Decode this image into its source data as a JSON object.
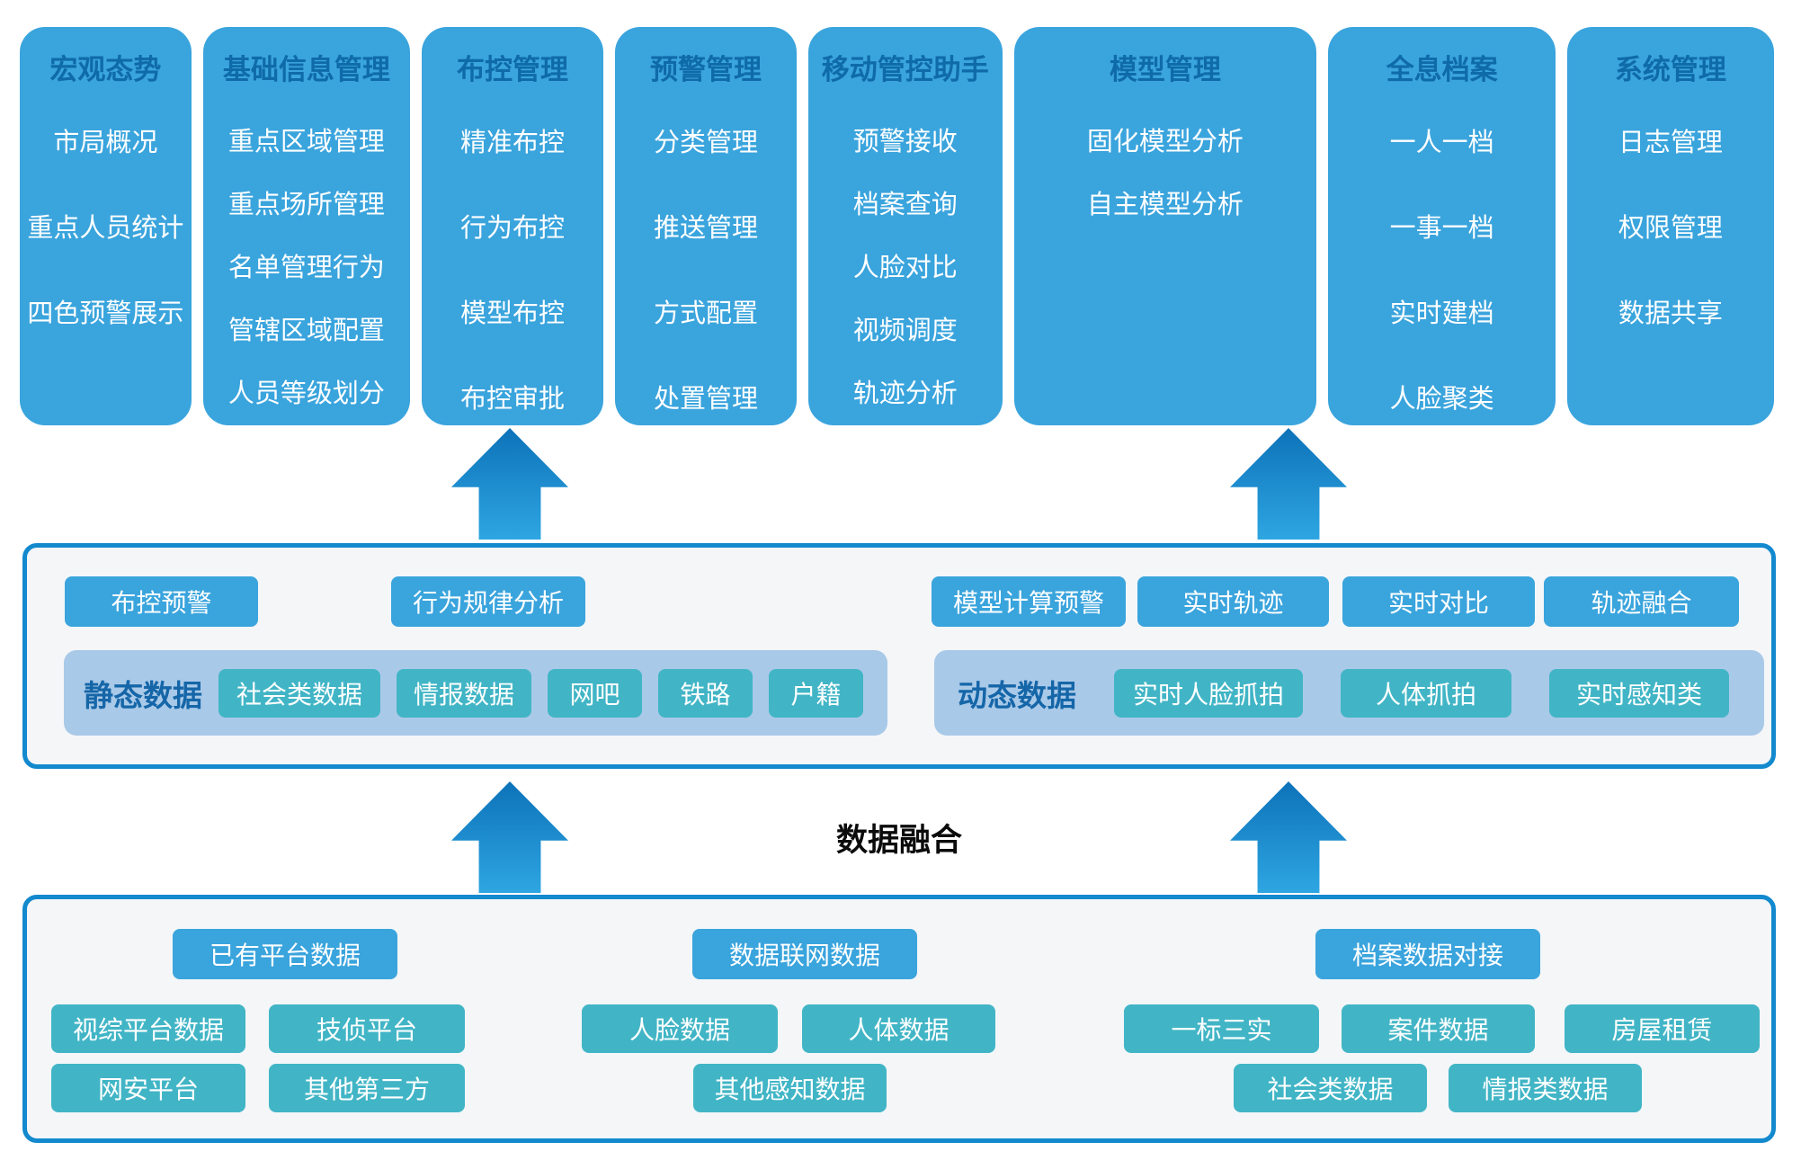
{
  "top_modules": [
    {
      "title": "宏观态势",
      "items": [
        "市局概况",
        "重点人员统计",
        "四色预警展示"
      ]
    },
    {
      "title": "基础信息管理",
      "items": [
        "重点区域管理",
        "重点场所管理",
        "名单管理行为",
        "管辖区域配置",
        "人员等级划分"
      ]
    },
    {
      "title": "布控管理",
      "items": [
        "精准布控",
        "行为布控",
        "模型布控",
        "布控审批"
      ]
    },
    {
      "title": "预警管理",
      "items": [
        "分类管理",
        "推送管理",
        "方式配置",
        "处置管理"
      ]
    },
    {
      "title": "移动管控助手",
      "items": [
        "预警接收",
        "档案查询",
        "人脸对比",
        "视频调度",
        "轨迹分析"
      ]
    },
    {
      "title": "模型管理",
      "items": [
        "固化模型分析",
        "自主模型分析"
      ]
    },
    {
      "title": "全息档案",
      "items": [
        "一人一档",
        "一事一档",
        "实时建档",
        "人脸聚类"
      ]
    },
    {
      "title": "系统管理",
      "items": [
        "日志管理",
        "权限管理",
        "数据共享"
      ]
    }
  ],
  "middle": {
    "left_buttons": [
      "布控预警",
      "行为规律分析"
    ],
    "right_buttons": [
      "模型计算预警",
      "实时轨迹",
      "实时对比",
      "轨迹融合"
    ],
    "static_group": {
      "label": "静态数据",
      "boxes": [
        "社会类数据",
        "情报数据",
        "网吧",
        "铁路",
        "户籍"
      ]
    },
    "dynamic_group": {
      "label": "动态数据",
      "boxes": [
        "实时人脸抓拍",
        "人体抓拍",
        "实时感知类"
      ]
    }
  },
  "fusion_label": "数据融合",
  "bottom": {
    "groups": [
      {
        "header": "已有平台数据",
        "boxes": [
          "视综平台数据",
          "技侦平台",
          "网安平台",
          "其他第三方"
        ]
      },
      {
        "header": "数据联网数据",
        "boxes": [
          "人脸数据",
          "人体数据",
          "其他感知数据"
        ]
      },
      {
        "header": "档案数据对接",
        "boxes": [
          "一标三实",
          "案件数据",
          "房屋租赁",
          "社会类数据",
          "情报类数据"
        ]
      }
    ]
  },
  "colors": {
    "card_blue": "#3AA4DD",
    "card_title_blue": "#0F6BA8",
    "teal_box": "#41B5C6",
    "panel_border": "#1389CE",
    "panel_background": "#F4F6F8",
    "light_group_background": "#A9C9E8",
    "group_label_blue": "#1566A8",
    "arrow_gradient_top": "#0D72B9",
    "arrow_gradient_bottom": "#2EA6E2",
    "fusion_text": "#0B0B0B"
  }
}
